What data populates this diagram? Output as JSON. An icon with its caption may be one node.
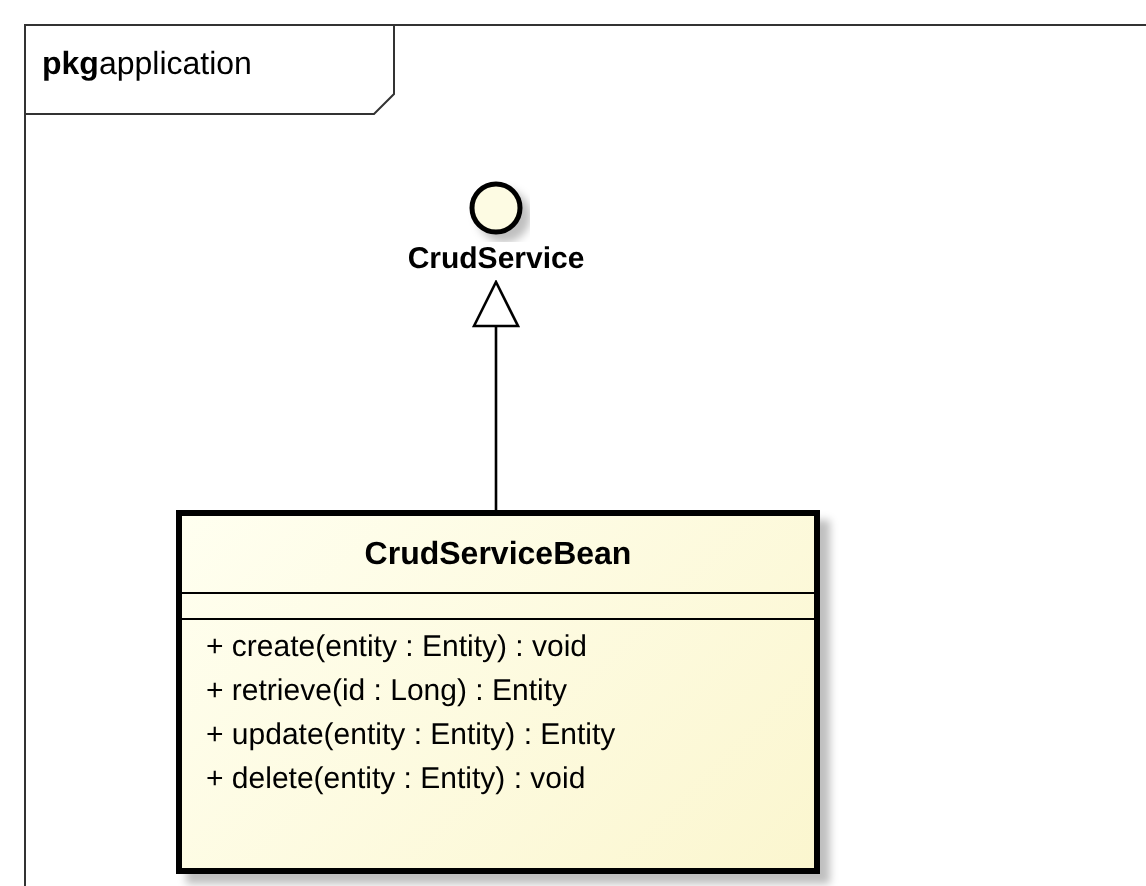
{
  "diagram": {
    "nodes": [
      {
        "text": [
          "**pkg**application"
        ]
      },
      {
        "text": [
          "CrudService"
        ],
        "in": 0
      },
      {
        "text": [
          "CrudServiceBean",
          "+ create(entity : Entity) : void",
          "+ retrieve(id : Long) : Entity",
          "+ update(entity : Entity) : Entity",
          "+ delete(entity : Entity) : void"
        ],
        "in": 0
      }
    ],
    "edges": [
      {
        "from": 2,
        "to": 1,
        "arrow": "to"
      }
    ]
  }
}
